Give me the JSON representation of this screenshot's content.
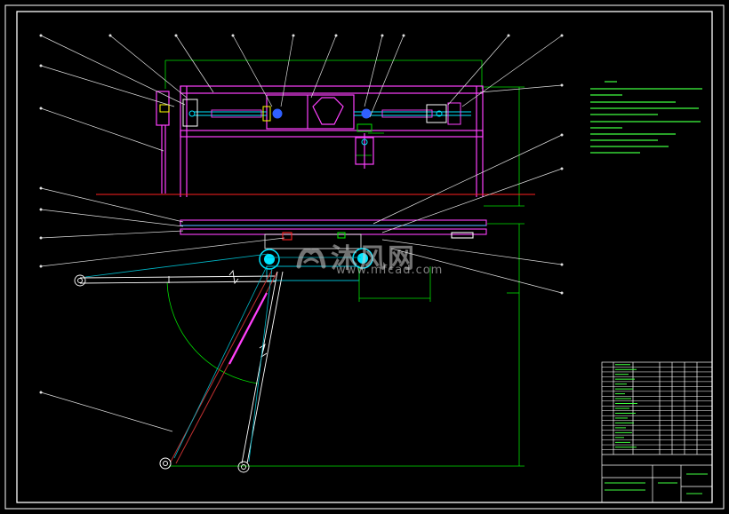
{
  "watermark": {
    "brand": "沐风网",
    "url": "www.mfcad.com"
  },
  "colors": {
    "background": "#000000",
    "frame": "#ffffff",
    "structure_magenta": "#ff40ff",
    "dimension_green": "#00e000",
    "leader_white": "#e8e8e8",
    "cyan": "#00e5ff",
    "blue": "#3060ff",
    "red": "#ff2020",
    "notes_green": "#40ff40"
  },
  "title_block_rows": 19
}
